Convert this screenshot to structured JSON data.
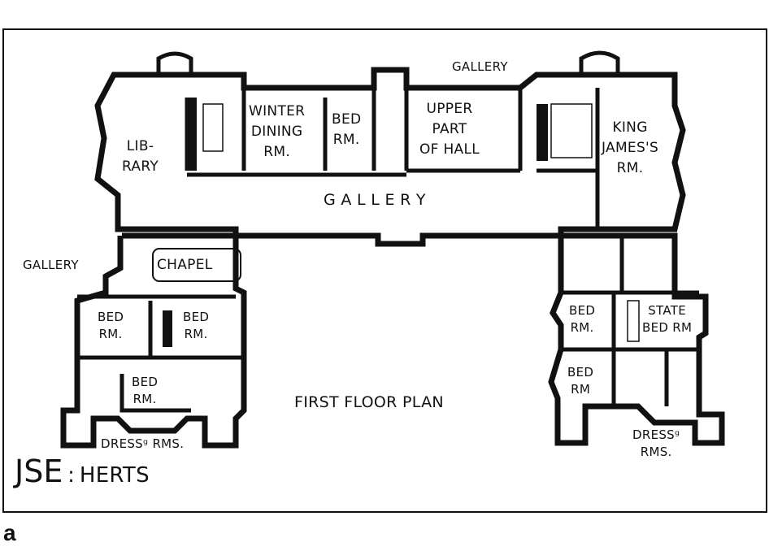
{
  "plan": {
    "title": "FIRST FLOOR PLAN",
    "signature_left": "JSE",
    "signature_sep": ":",
    "signature_right": "HERTS",
    "figure_letter": "a",
    "rooms": {
      "gallery_top": "GALLERY",
      "library": "LIB-\nRARY",
      "winter_dining": "WINTER\nDINING\nRM.",
      "bed_top": "BED\nRM.",
      "upper_hall": "UPPER\nPART\nOF HALL",
      "king_james": "KING\nJAMES'S\nRM.",
      "gallery_main": "G A L L E R Y",
      "gallery_left": "GALLERY",
      "chapel": "CHAPEL",
      "bed_left_1": "BED\nRM.",
      "bed_left_2": "BED\nRM.",
      "bed_left_3": "BED\nRM.",
      "dressing_left": "DRESSᵍ RMS.",
      "bed_right_1": "BED\nRM.",
      "state_bed": "STATE\nBED RM",
      "bed_right_2": "BED\nRM",
      "dressing_right": "DRESSᵍ\nRMS."
    }
  }
}
